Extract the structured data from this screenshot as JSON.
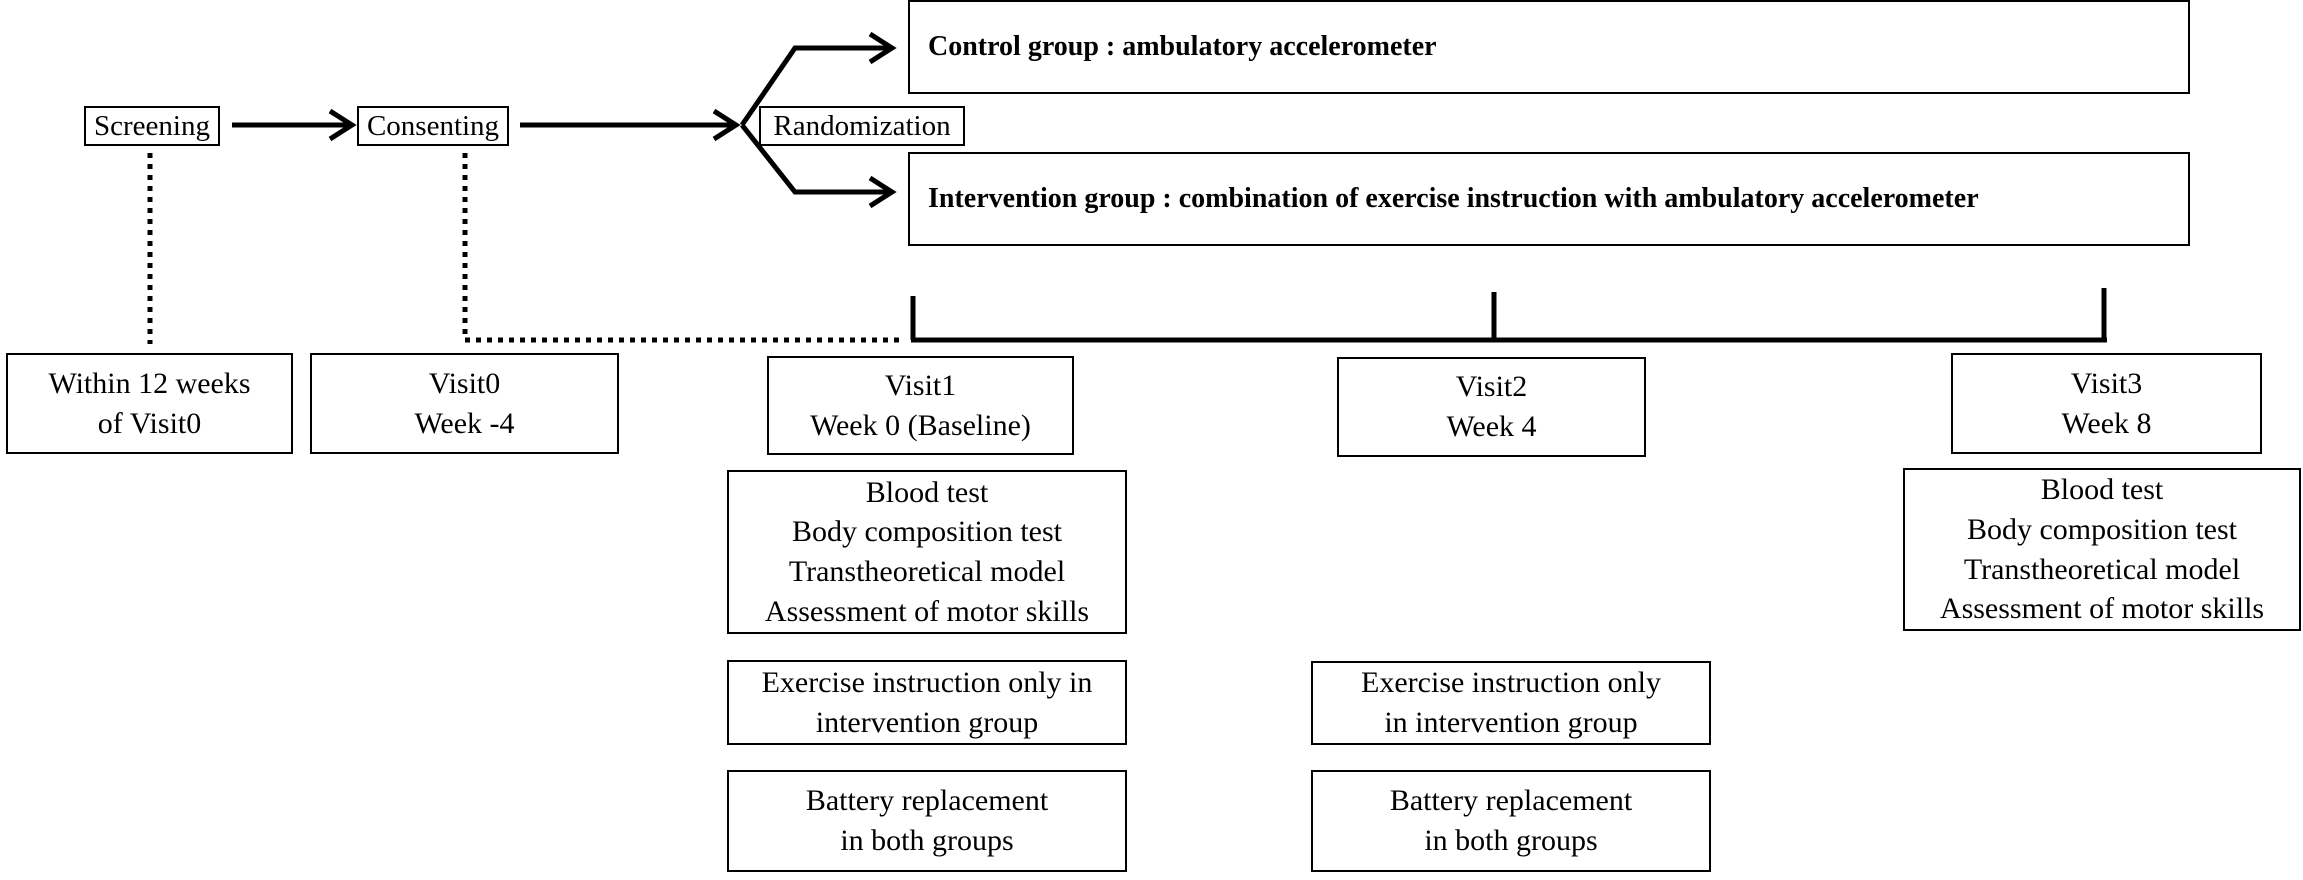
{
  "flow": {
    "screening": "Screening",
    "consenting": "Consenting",
    "randomization": "Randomization"
  },
  "groups": {
    "control": "Control group : ambulatory accelerometer",
    "intervention": "Intervention group : combination of exercise instruction with ambulatory accelerometer"
  },
  "timeline": {
    "screening_window": [
      "Within 12 weeks",
      "of Visit0"
    ],
    "visit0": [
      "Visit0",
      "Week -4"
    ],
    "visit1": [
      "Visit1",
      "Week 0 (Baseline)"
    ],
    "visit2": [
      "Visit2",
      "Week 4"
    ],
    "visit3": [
      "Visit3",
      "Week 8"
    ]
  },
  "tasks": {
    "assessments_visit1": [
      "Blood test",
      "Body composition test",
      "Transtheoretical model",
      "Assessment of motor skills"
    ],
    "exercise_visit1": [
      "Exercise instruction only in",
      "intervention group"
    ],
    "battery_visit1": [
      "Battery replacement",
      "in both groups"
    ],
    "exercise_visit2": [
      "Exercise instruction only",
      "in intervention group"
    ],
    "battery_visit2": [
      "Battery replacement",
      "in both groups"
    ],
    "assessments_visit3": [
      "Blood test",
      "Body composition test",
      "Transtheoretical model",
      "Assessment of motor skills"
    ]
  }
}
